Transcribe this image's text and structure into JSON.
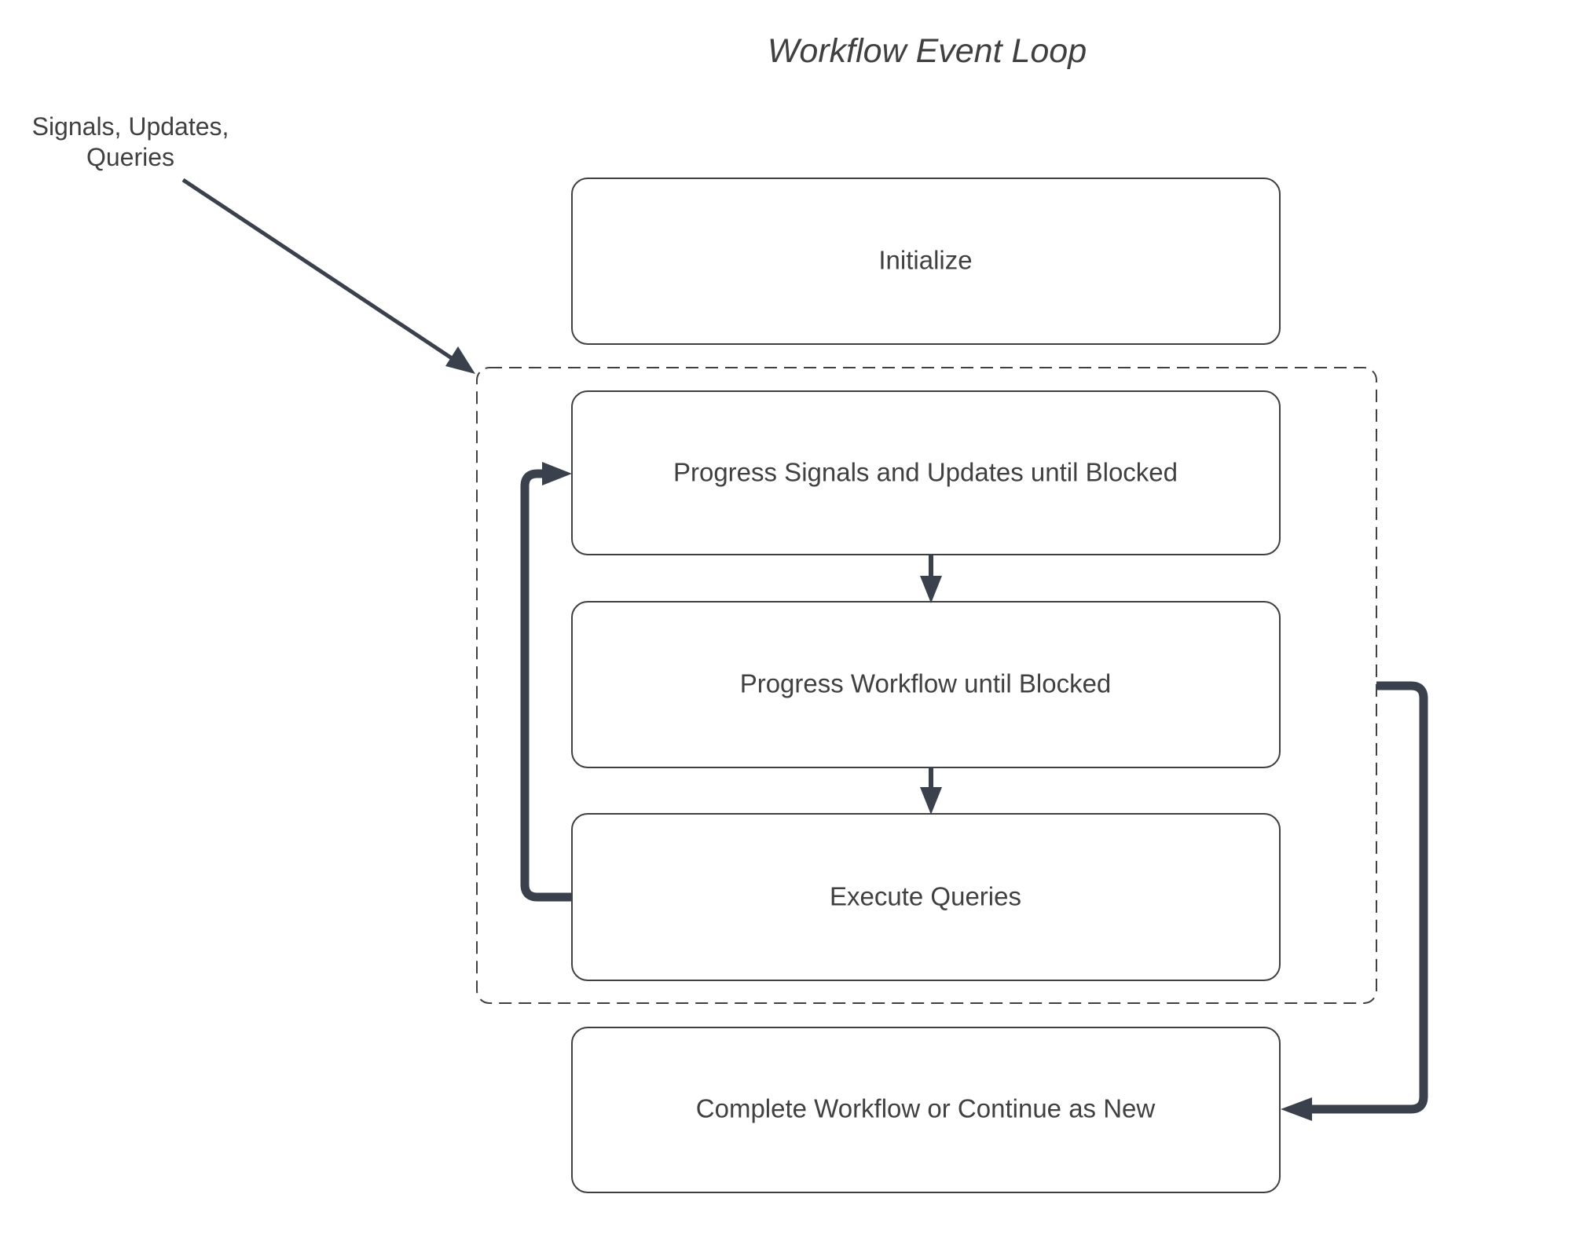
{
  "diagram": {
    "title": "Workflow Event Loop",
    "input_annotation": {
      "line1": "Signals, Updates,",
      "line2": "Queries"
    },
    "nodes": {
      "initialize": {
        "label": "Initialize"
      },
      "progress_signals": {
        "label": "Progress Signals and Updates until Blocked"
      },
      "progress_workflow": {
        "label": "Progress Workflow until Blocked"
      },
      "execute_queries": {
        "label": "Execute Queries"
      },
      "complete": {
        "label": "Complete Workflow or Continue as New"
      }
    },
    "edges": [
      {
        "from": "input_annotation",
        "to": "event-loop-container",
        "style": "diagonal-arrow"
      },
      {
        "from": "progress_signals",
        "to": "progress_workflow",
        "style": "down-arrow"
      },
      {
        "from": "progress_workflow",
        "to": "execute_queries",
        "style": "down-arrow"
      },
      {
        "from": "execute_queries",
        "to": "progress_signals",
        "style": "loop-back-left"
      },
      {
        "from": "event-loop-container",
        "to": "complete",
        "style": "loop-exit-right"
      }
    ],
    "colors": {
      "arrow": "#3a414c",
      "outline": "#404040",
      "text": "#404040",
      "background": "#ffffff"
    }
  }
}
